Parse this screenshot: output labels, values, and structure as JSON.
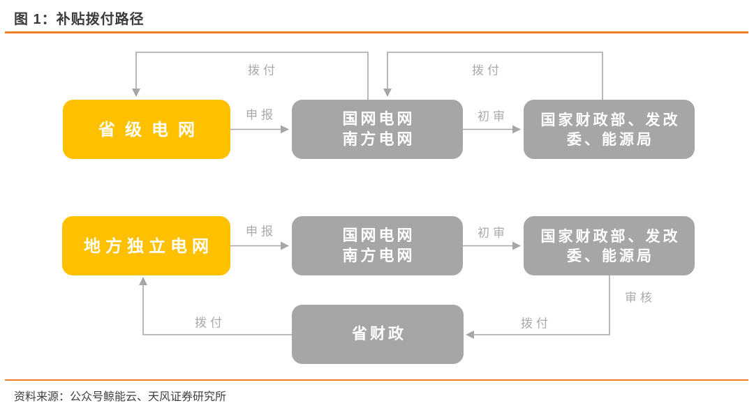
{
  "title": "图 1：补贴拨付路径",
  "source": "资料来源：公众号鲸能云、天风证券研究所",
  "colors": {
    "accent_orange": "#f07e26",
    "node_yellow": "#ffc000",
    "node_gray": "#a6a6a6",
    "connector_gray": "#a6a6a6",
    "label_gray": "#a9a9a9",
    "title_text": "#3b3b3b"
  },
  "diagram": {
    "flow_top": {
      "nodes": {
        "provincial_grid": {
          "label": "省级电网"
        },
        "grid_companies": {
          "line1": "国网电网",
          "line2": "南方电网"
        },
        "ministries": {
          "line1": "国家财政部、发改",
          "line2": "委、能源局"
        }
      },
      "edges": {
        "declare": "申报",
        "first_review": "初审",
        "disburse_to_provincial": "拨付",
        "disburse_to_grid": "拨付"
      }
    },
    "flow_bottom": {
      "nodes": {
        "local_grid": {
          "label": "地方独立电网"
        },
        "grid_companies": {
          "line1": "国网电网",
          "line2": "南方电网"
        },
        "ministries": {
          "line1": "国家财政部、发改",
          "line2": "委、能源局"
        },
        "provincial_finance": {
          "label": "省财政"
        }
      },
      "edges": {
        "declare": "申报",
        "first_review": "初审",
        "review": "审核",
        "disburse_to_finance": "拨付",
        "disburse_to_local": "拨付"
      }
    }
  }
}
